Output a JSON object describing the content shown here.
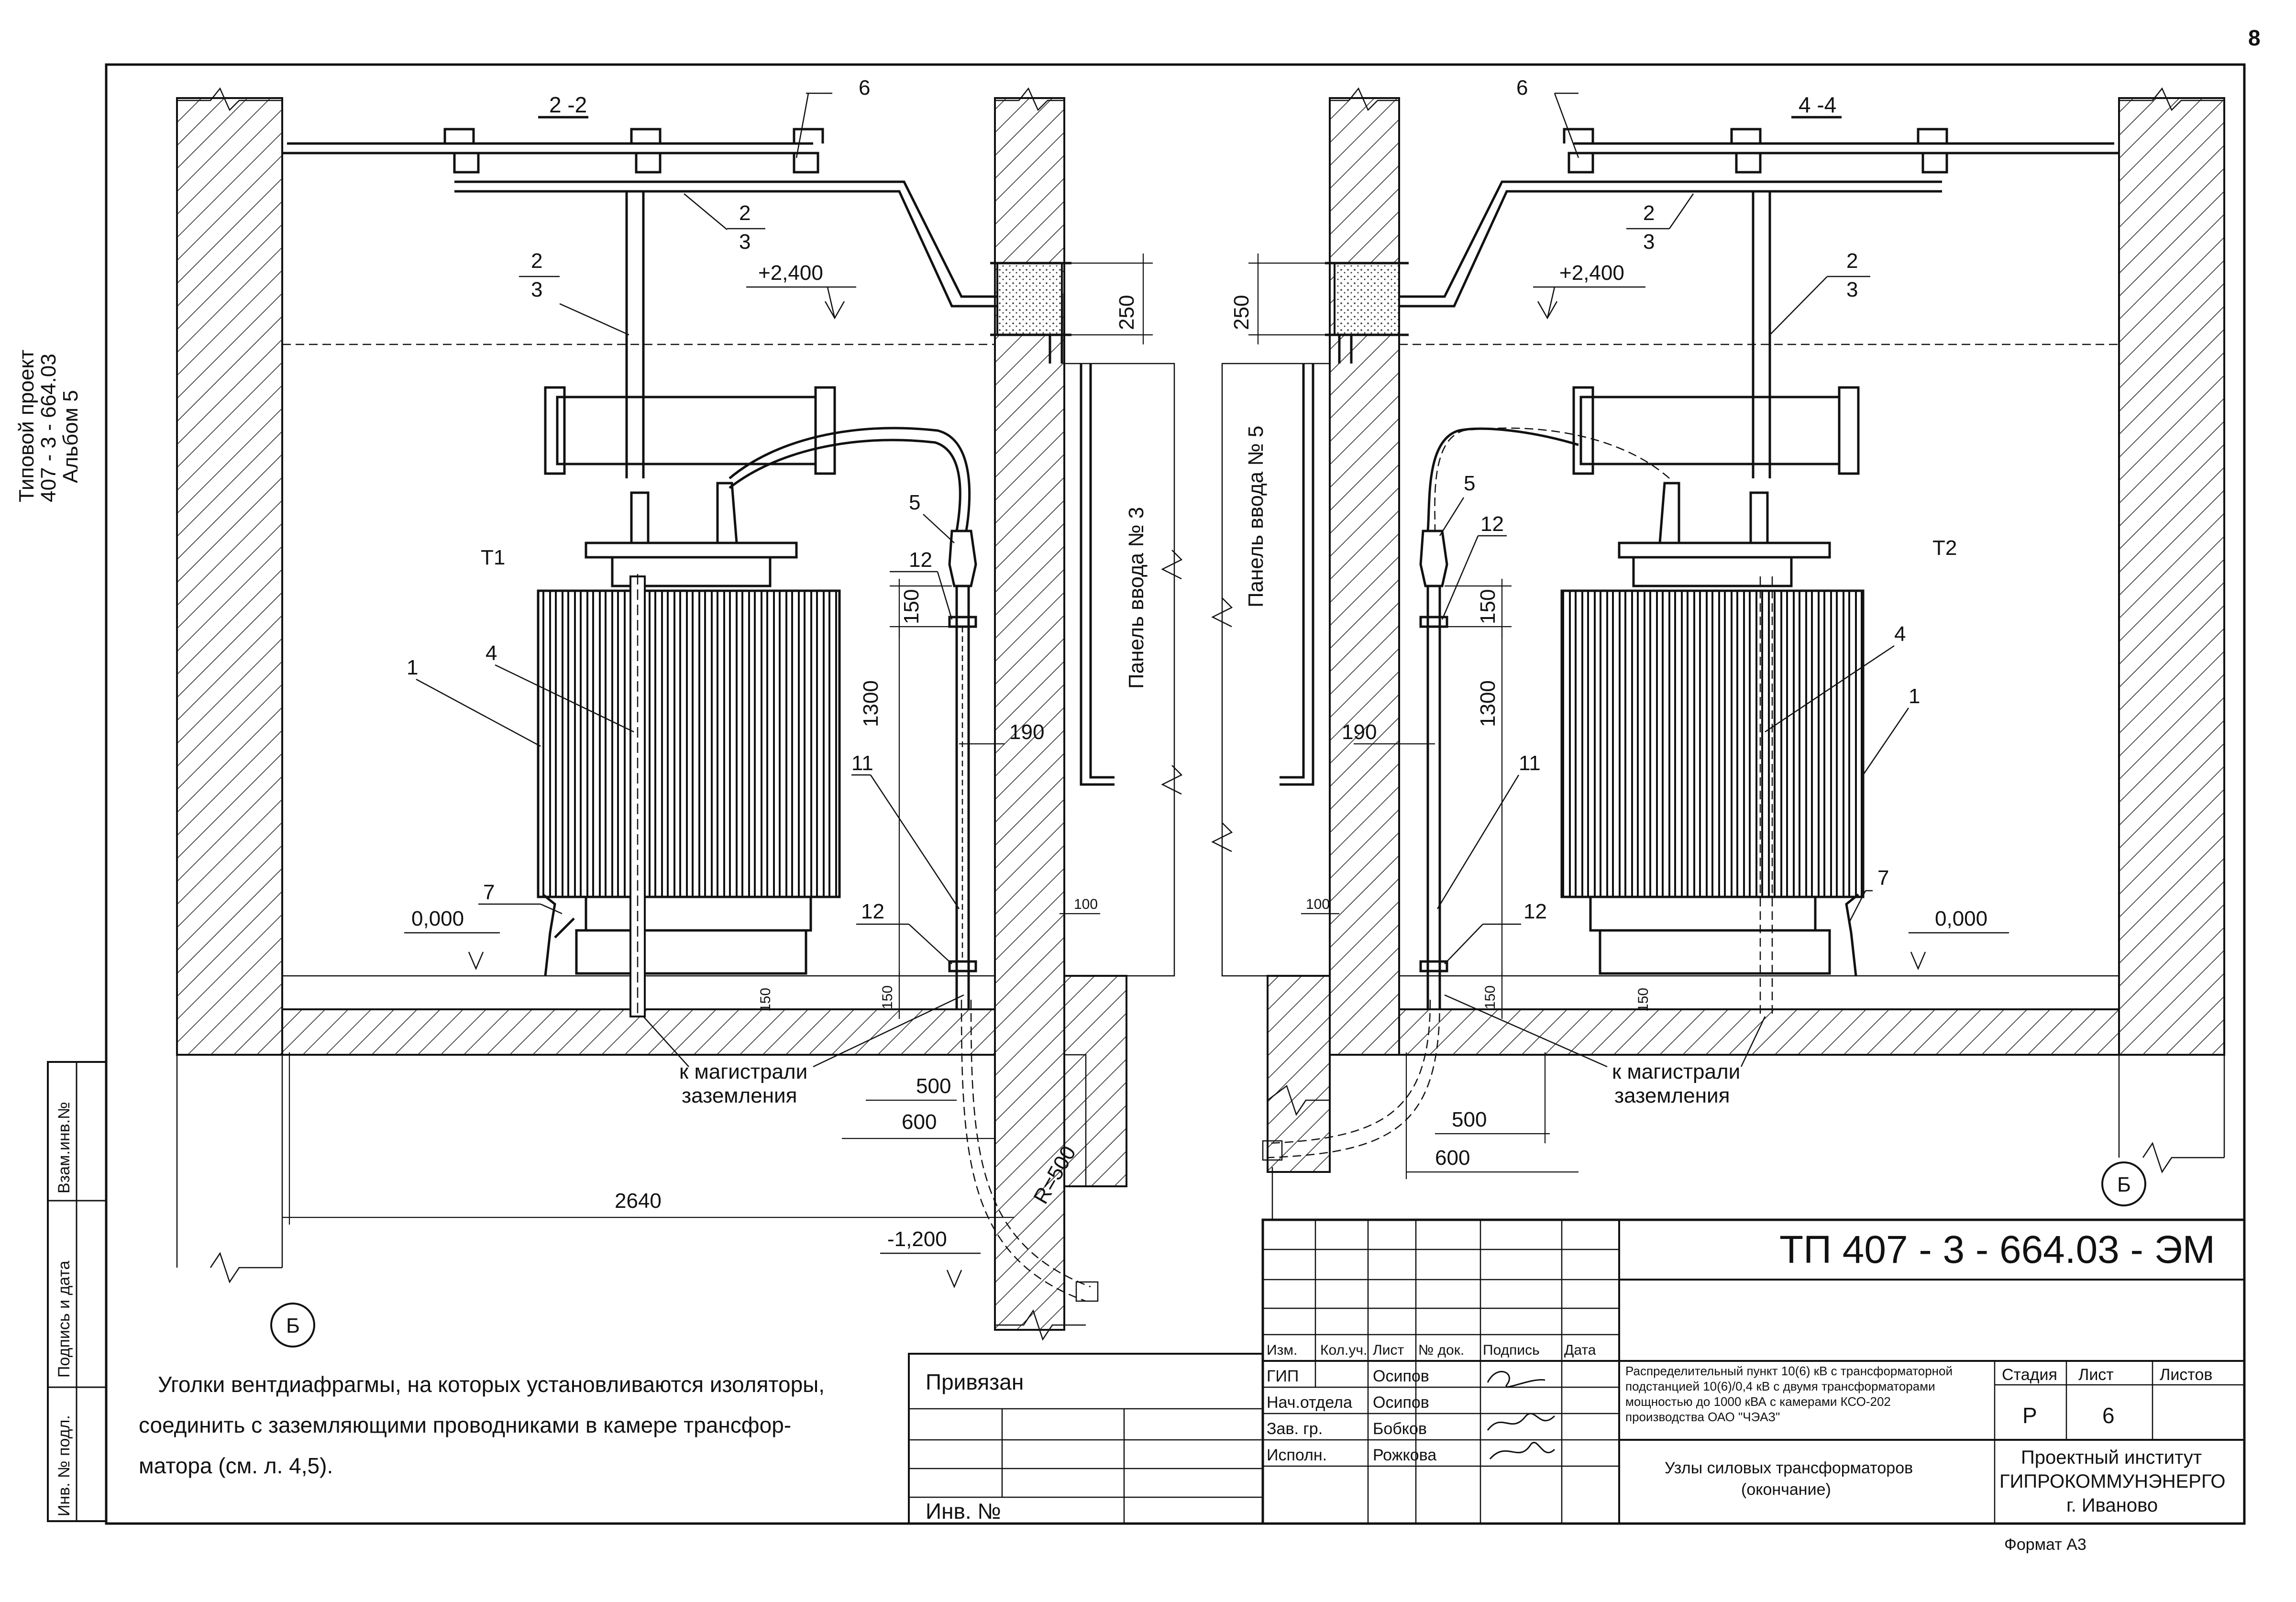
{
  "page_number": "8",
  "side_stamp": {
    "line1": "Типовой проект",
    "line2": "407 - 3 - 664.03",
    "line3": "Альбом 5"
  },
  "left_strip": {
    "vzam": "Взам.инв.№",
    "podpis": "Подпись и дата",
    "inv": "Инв. № подл."
  },
  "sections": {
    "left": "2 -2",
    "right": "4 -4"
  },
  "transformers": {
    "left": "T1",
    "right": "T2"
  },
  "levels": {
    "top": "+2,400",
    "floor": "0,000",
    "bottom": "-1,200"
  },
  "panels": {
    "left": "Панель ввода № 3",
    "right": "Панель ввода № 5"
  },
  "callouts": {
    "n1": "1",
    "n2": "2",
    "n3": "3",
    "n4": "4",
    "n5": "5",
    "n6": "6",
    "n7": "7",
    "n11": "11",
    "n12": "12"
  },
  "dimensions": {
    "d250": "250",
    "d150": "150",
    "d1300": "1300",
    "d190": "190",
    "d100": "100",
    "d500": "500",
    "d600": "600",
    "d2640": "2640",
    "r500": "R=500"
  },
  "ground_note": {
    "line1": "к магистрали",
    "line2": "заземления"
  },
  "axis_mark": "Б",
  "note_lines": [
    "Уголки вентдиафрагмы, на которых установливаются изоляторы,",
    "соединить с заземляющими проводниками в камере трансфор-",
    "матора (см. л. 4,5)."
  ],
  "title_block": {
    "doc_code": "ТП  407 - 3 - 664.03 - ЭМ",
    "privyazan": "Привязан",
    "inv_no": "Инв. №",
    "headers": [
      "Изм.",
      "Кол.уч.",
      "Лист",
      "№ док.",
      "Подпись",
      "Дата"
    ],
    "roles": [
      {
        "role": "ГИП",
        "name": "Осипов"
      },
      {
        "role": "Нач.отдела",
        "name": "Осипов"
      },
      {
        "role": "Зав. гр.",
        "name": "Бобков"
      },
      {
        "role": "Исполн.",
        "name": "Рожкова"
      }
    ],
    "description": [
      "Распределительный пункт 10(6) кВ с трансформаторной",
      "подстанцией 10(6)/0,4 кВ с двумя трансформаторами",
      "мощностью до 1000 кВА с камерами КСО-202",
      "производства ОАО \"ЧЭАЗ\""
    ],
    "sheet_title": [
      "Узлы силовых трансформаторов",
      "(окончание)"
    ],
    "stage_label": "Стадия",
    "sheet_label": "Лист",
    "sheets_label": "Листов",
    "stage": "Р",
    "sheet": "6",
    "sheets": "",
    "org": [
      "Проектный институт",
      "ГИПРОКОММУНЭНЕРГО",
      "г. Иваново"
    ],
    "format": "Формат А3"
  }
}
